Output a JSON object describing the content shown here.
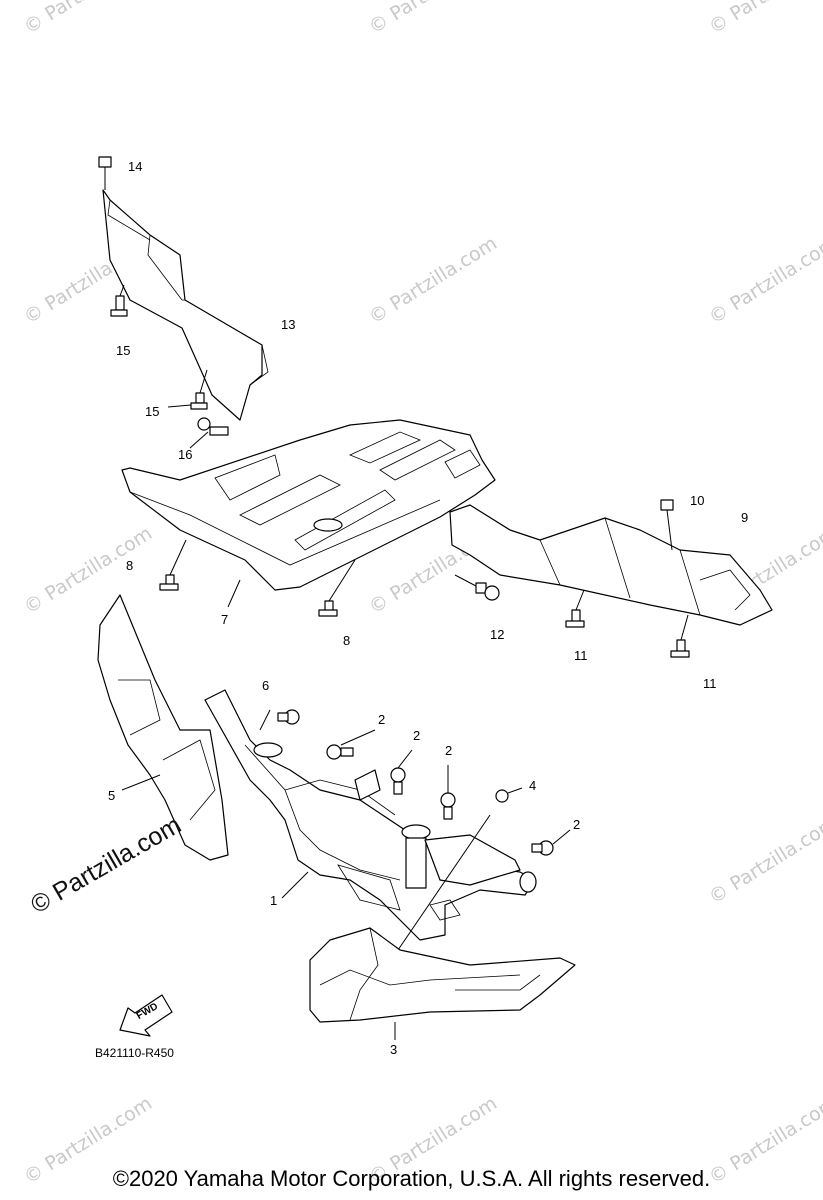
{
  "watermark": {
    "text": "© Partzilla.com",
    "side_text": "© Partzilla.com"
  },
  "callouts": [
    {
      "id": "1",
      "label": "1"
    },
    {
      "id": "2a",
      "label": "2"
    },
    {
      "id": "2b",
      "label": "2"
    },
    {
      "id": "2c",
      "label": "2"
    },
    {
      "id": "2d",
      "label": "2"
    },
    {
      "id": "3",
      "label": "3"
    },
    {
      "id": "4",
      "label": "4"
    },
    {
      "id": "5",
      "label": "5"
    },
    {
      "id": "6",
      "label": "6"
    },
    {
      "id": "7",
      "label": "7"
    },
    {
      "id": "8a",
      "label": "8"
    },
    {
      "id": "8b",
      "label": "8"
    },
    {
      "id": "9",
      "label": "9"
    },
    {
      "id": "10",
      "label": "10"
    },
    {
      "id": "11a",
      "label": "11"
    },
    {
      "id": "11b",
      "label": "11"
    },
    {
      "id": "12",
      "label": "12"
    },
    {
      "id": "13",
      "label": "13"
    },
    {
      "id": "14",
      "label": "14"
    },
    {
      "id": "15a",
      "label": "15"
    },
    {
      "id": "15b",
      "label": "15"
    },
    {
      "id": "16",
      "label": "16"
    }
  ],
  "fwd_label": "FWD",
  "diagram_code": "B421110-R450",
  "copyright": "©2020 Yamaha Motor Corporation, U.S.A. All rights reserved."
}
